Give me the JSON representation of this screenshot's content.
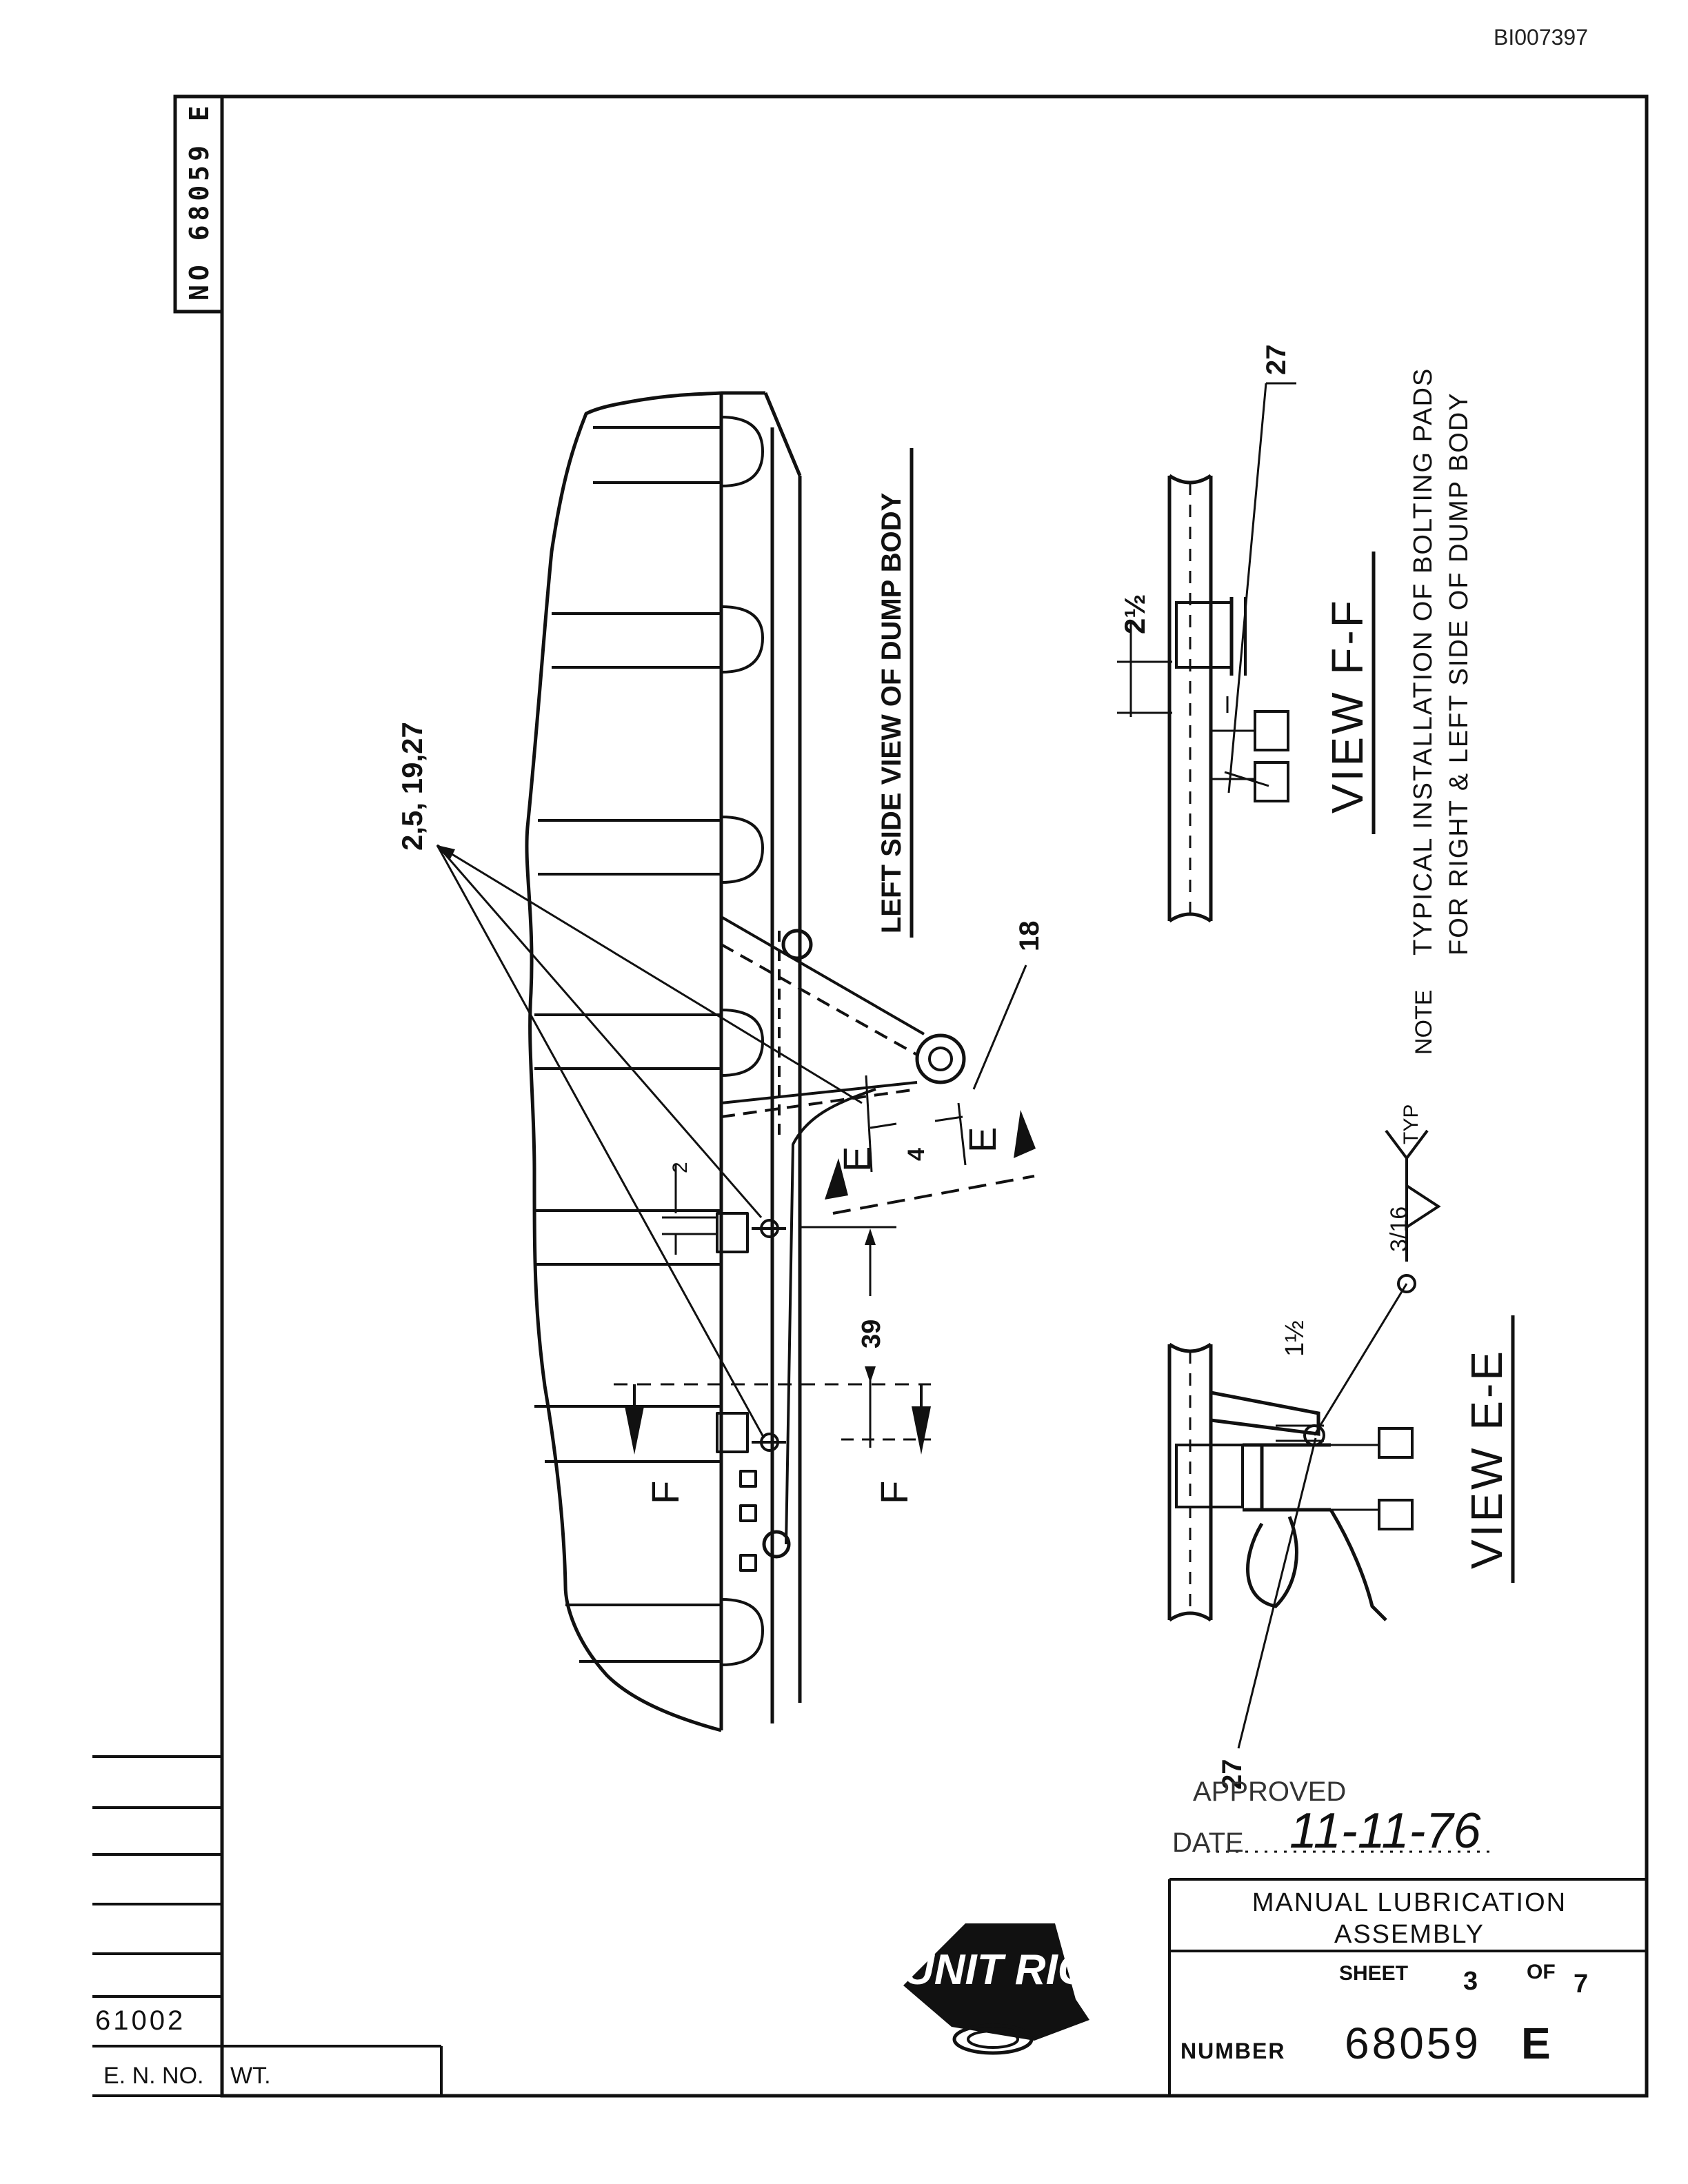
{
  "document_id": "BI007397",
  "side_number": "NO 68059 E",
  "views": {
    "main_title": "LEFT SIDE VIEW OF DUMP BODY",
    "view_ff": "VIEW F-F",
    "view_ee": "VIEW E-E"
  },
  "note": {
    "label": "NOTE",
    "line1": "TYPICAL INSTALLATION OF BOLTING PADS",
    "line2": "FOR RIGHT & LEFT SIDE OF DUMP BODY"
  },
  "callouts": {
    "parts_main": "2,5, 19,27",
    "part_18": "18",
    "part_27_top": "27",
    "part_27_bottom": "27",
    "dim_2": "2",
    "dim_4": "4",
    "dim_39": "39",
    "dim_2_half": "2½",
    "dim_1_half": "1½",
    "weld_size": "3/16",
    "weld_typ": "TYP",
    "section_e_left": "E",
    "section_e_right": "E",
    "section_f_left": "F",
    "section_f_right": "F"
  },
  "approval": {
    "approved_label": "APPROVED",
    "date_label": "DATE",
    "date_value": "11-11-76"
  },
  "title_block": {
    "title_line1": "MANUAL LUBRICATION",
    "title_line2": "ASSEMBLY",
    "sheet_label": "SHEET",
    "sheet_number": "3",
    "of_label": "OF",
    "sheet_total": "7",
    "number_label": "NUMBER",
    "number_value": "68059",
    "revision": "E",
    "en_value": "61002",
    "en_label": "E. N. NO.",
    "wt_label": "WT.",
    "logo_text": "UNIT RIG"
  }
}
